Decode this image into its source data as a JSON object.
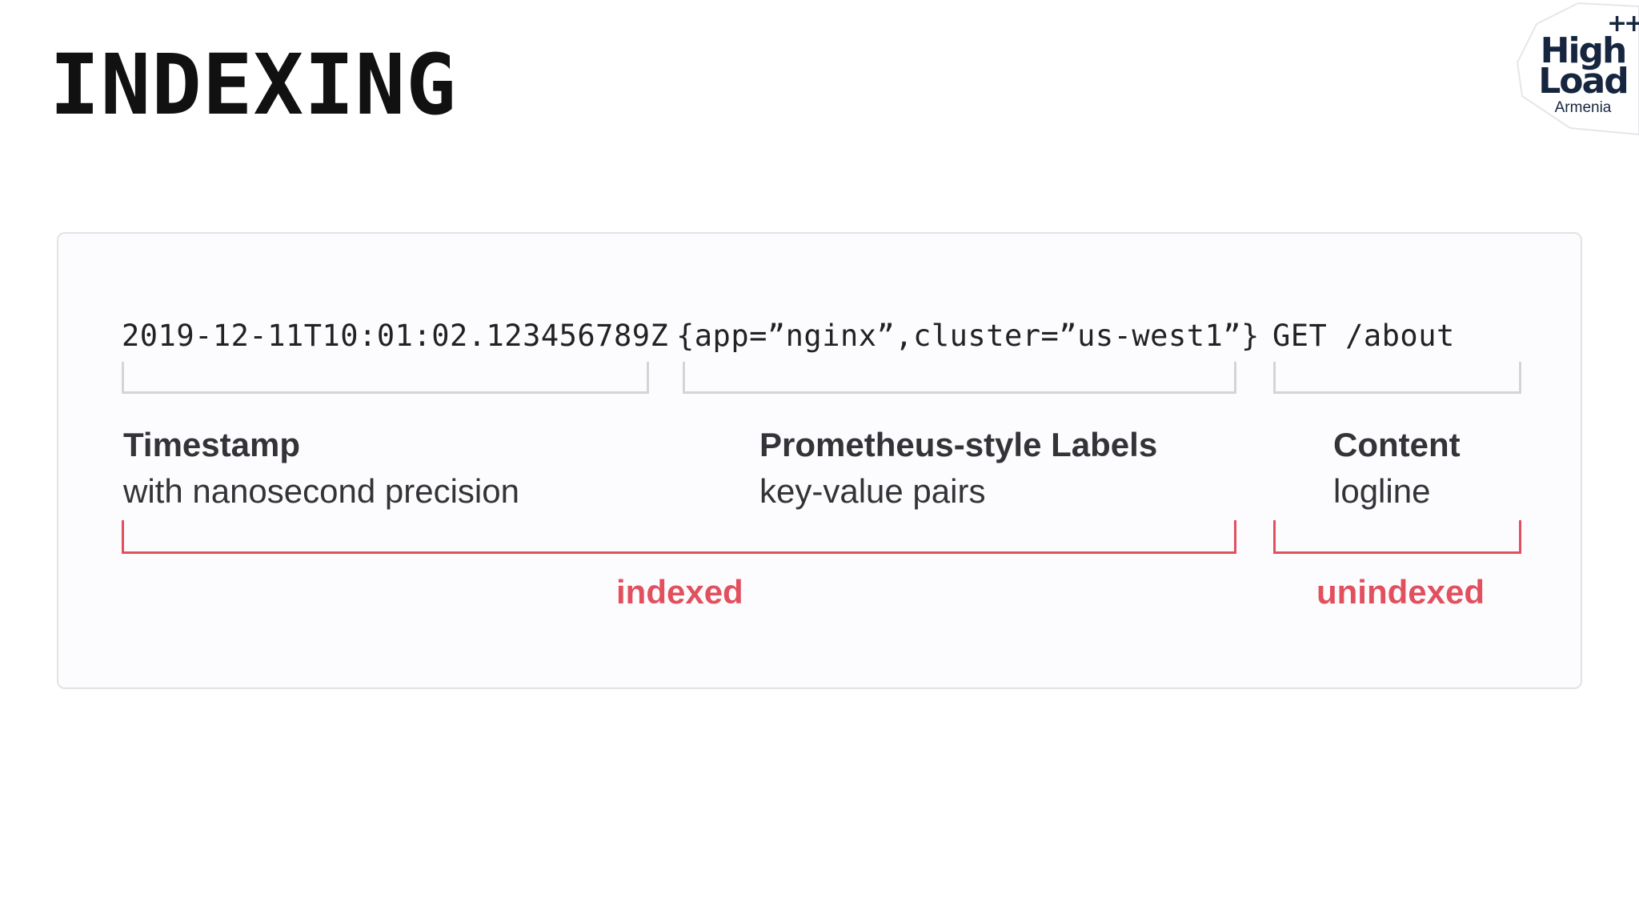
{
  "slide": {
    "title": "INDEXING"
  },
  "logo": {
    "plus": "++",
    "line1": "High",
    "line2": "Load",
    "subtitle": "Armenia"
  },
  "log_entry": {
    "timestamp": "2019-12-11T10:01:02.123456789Z",
    "labels": "{app=”nginx”,cluster=”us-west1”}",
    "content": "GET /about"
  },
  "parts": [
    {
      "title": "Timestamp",
      "description": "with nanosecond precision"
    },
    {
      "title": "Prometheus-style Labels",
      "description": "key-value pairs"
    },
    {
      "title": "Content",
      "description": "logline"
    }
  ],
  "groups": {
    "indexed": "indexed",
    "unindexed": "unindexed"
  },
  "colors": {
    "accent": "#e2505e",
    "text": "#333338",
    "title": "#111111",
    "panel": "#fcfbfd",
    "bracket": "#d4d4d6"
  }
}
